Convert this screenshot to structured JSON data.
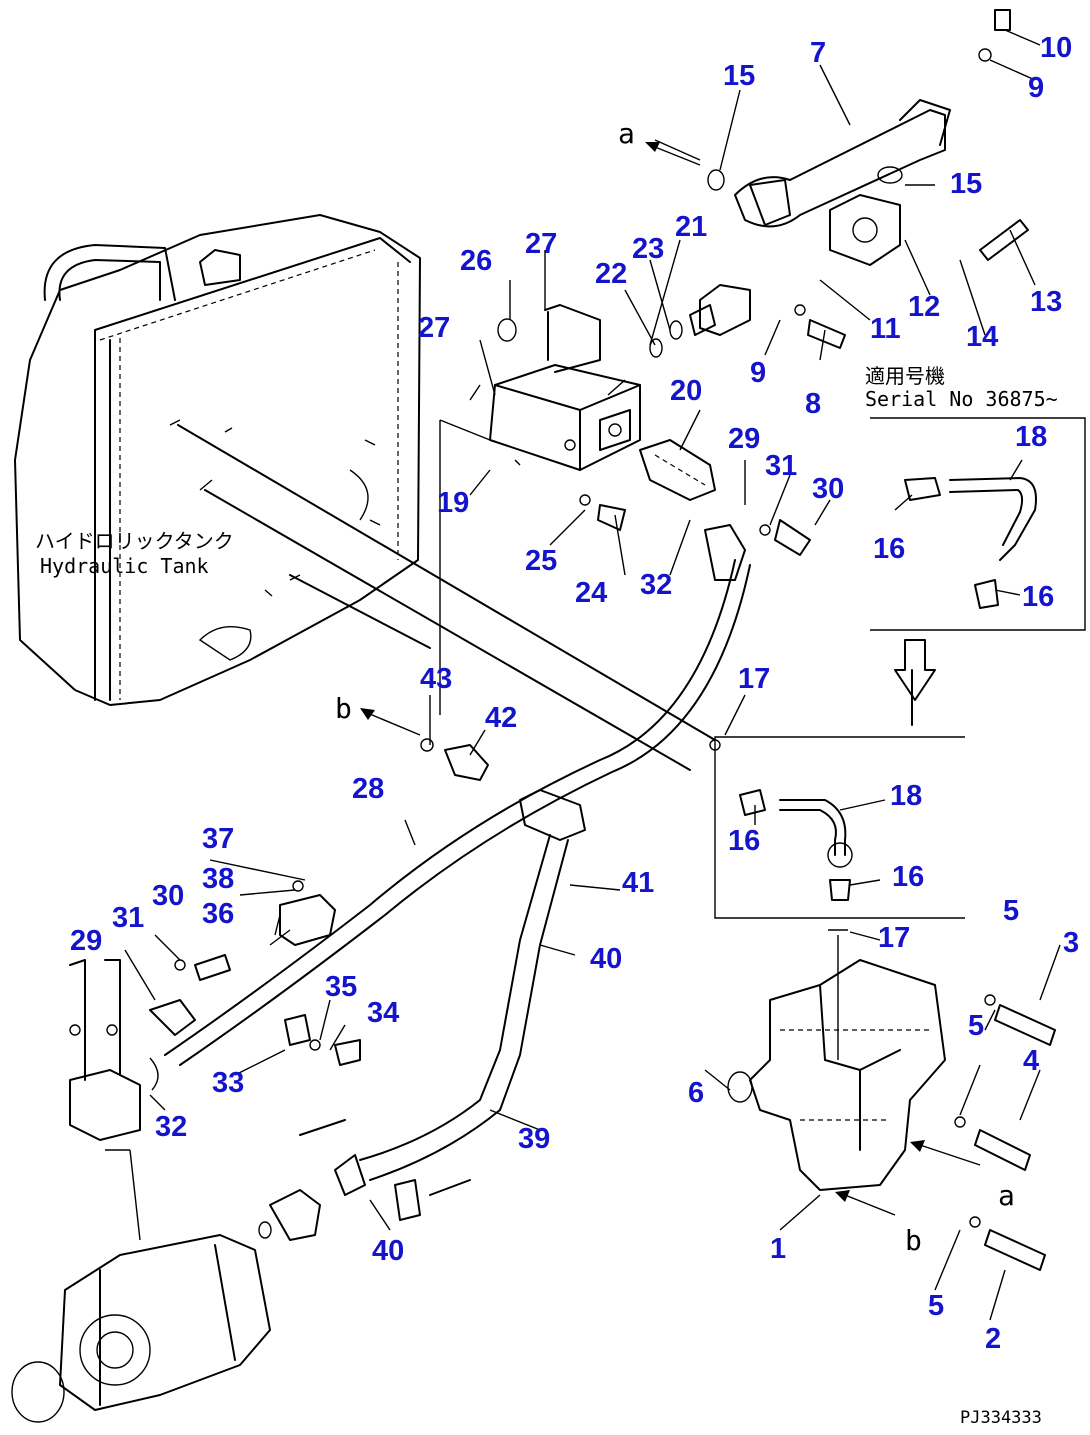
{
  "callouts": [
    "1",
    "2",
    "3",
    "4",
    "5",
    "5",
    "5",
    "5",
    "6",
    "7",
    "8",
    "9",
    "9",
    "10",
    "11",
    "12",
    "13",
    "14",
    "15",
    "15",
    "16",
    "16",
    "16",
    "16",
    "17",
    "17",
    "17",
    "18",
    "18",
    "19",
    "20",
    "21",
    "22",
    "23",
    "24",
    "25",
    "26",
    "27",
    "27",
    "28",
    "29",
    "29",
    "30",
    "30",
    "31",
    "31",
    "32",
    "32",
    "33",
    "34",
    "35",
    "36",
    "37",
    "38",
    "39",
    "40",
    "40",
    "41",
    "42",
    "43"
  ],
  "labels": {
    "tank_jp": "ハイドロリックタンク",
    "tank_en": "Hydraulic Tank",
    "serial_jp": "適用号機",
    "serial_en": "Serial No 36875~",
    "ref_a_top": "a",
    "ref_a_right": "a",
    "ref_b_mid": "b",
    "ref_b_bottom": "b",
    "drawing_code": "PJ334333"
  }
}
